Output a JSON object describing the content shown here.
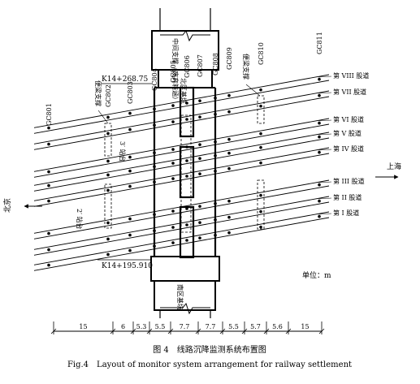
{
  "station_labels": {
    "top": "K14+268.75",
    "bottom": "K14+195.910"
  },
  "pit_labels": {
    "north_upper": "中间支撑（废弃箱涵）",
    "north_lower": "北区基坑",
    "south": "南区基坑"
  },
  "sleeper_labels": {
    "left": "便梁支撑",
    "right": "便梁支撑"
  },
  "platforms": [
    "3′ 站台",
    "2′ 站台"
  ],
  "directions": {
    "left": "北京",
    "right": "上海"
  },
  "unit_label": "单位：m",
  "tracks": [
    {
      "name": "第 VIII 股道"
    },
    {
      "name": "第 VII 股道"
    },
    {
      "name": "第 VI 股道"
    },
    {
      "name": "第 V 股道"
    },
    {
      "name": "第 IV 股道"
    },
    {
      "name": "第 III 股道"
    },
    {
      "name": "第 II 股道"
    },
    {
      "name": "第 I 股道"
    }
  ],
  "monitoring_lines": [
    "GC801",
    "GC802",
    "GC803",
    "GC804",
    "GC805",
    "GC806",
    "GC807",
    "GC808",
    "GC809",
    "GC810",
    "GC811"
  ],
  "dimensions": [
    "15",
    "6",
    "5.3",
    "5.5",
    "7.7",
    "7.7",
    "5.5",
    "5.7",
    "5.6",
    "15"
  ],
  "caption_cn": "图 4　线路沉降监测系统布置图",
  "caption_en": "Fig.4　Layout of monitor system arrangement for railway settlement"
}
